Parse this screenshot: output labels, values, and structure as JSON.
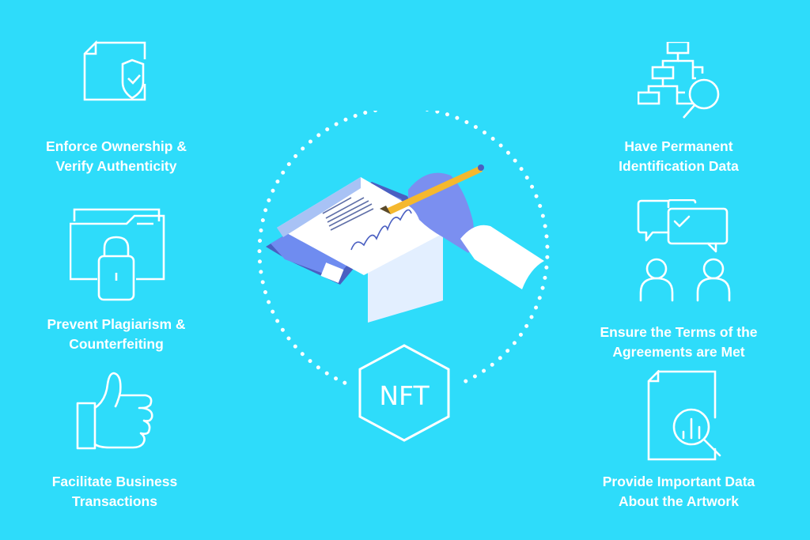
{
  "colors": {
    "background": "#2edcfa",
    "foreground": "#ffffff",
    "illustration_blue": "#4a5fc1",
    "glove_purple": "#7b8ff0",
    "pencil_yellow": "#f5b82e"
  },
  "center": {
    "badge_text": "NFT",
    "icons": [
      "dotted-circle",
      "document-signing-illustration",
      "hexagon-badge"
    ]
  },
  "left_items": [
    {
      "icon": "document-shield-check-icon",
      "line1": "Enforce Ownership &",
      "line2": "Verify Authenticity"
    },
    {
      "icon": "folder-lock-icon",
      "line1": "Prevent Plagiarism &",
      "line2": "Counterfeiting"
    },
    {
      "icon": "thumbs-up-icon",
      "line1": "Facilitate Business",
      "line2": "Transactions"
    }
  ],
  "right_items": [
    {
      "icon": "hierarchy-search-icon",
      "line1": "Have Permanent",
      "line2": "Identification Data"
    },
    {
      "icon": "chat-people-check-icon",
      "line1": "Ensure the Terms of the",
      "line2": "Agreements are Met"
    },
    {
      "icon": "document-chart-search-icon",
      "line1": "Provide Important Data",
      "line2": "About the Artwork"
    }
  ]
}
